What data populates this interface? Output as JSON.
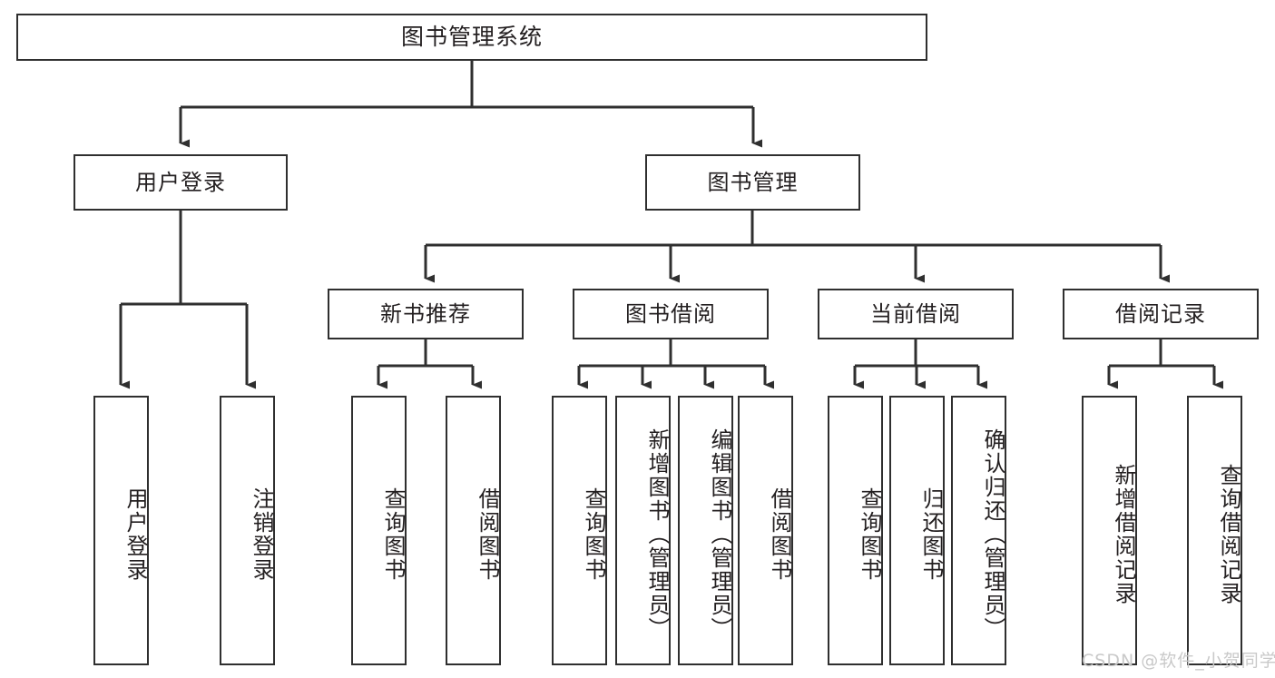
{
  "diagram": {
    "type": "tree-hierarchy",
    "title": "图书管理系统",
    "orientation": "top-down",
    "colors": {
      "node_border": "#2f2f2f",
      "node_fill": "#ffffff",
      "connector": "#2f2f2f",
      "text": "#231f20",
      "watermark": "#c9c9c9"
    },
    "levels": 4
  },
  "root": {
    "label": "图书管理系统"
  },
  "level2": [
    {
      "label": "用户登录"
    },
    {
      "label": "图书管理"
    }
  ],
  "level3": [
    {
      "label": "新书推荐"
    },
    {
      "label": "图书借阅"
    },
    {
      "label": "当前借阅"
    },
    {
      "label": "借阅记录"
    }
  ],
  "leaves": {
    "user_login": [
      {
        "label": "用户登录"
      },
      {
        "label": "注销登录"
      }
    ],
    "new_book_recommend": [
      {
        "label": "查询图书"
      },
      {
        "label": "借阅图书"
      }
    ],
    "book_borrow": [
      {
        "label": "查询图书"
      },
      {
        "label": "新增图书（管理员）"
      },
      {
        "label": "编辑图书（管理员）"
      },
      {
        "label": "借阅图书"
      }
    ],
    "current_borrow": [
      {
        "label": "查询图书"
      },
      {
        "label": "归还图书"
      },
      {
        "label": "确认归还（管理员）"
      }
    ],
    "borrow_record": [
      {
        "label": "新增借阅记录"
      },
      {
        "label": "查询借阅记录"
      }
    ]
  },
  "watermark": {
    "text": "CSDN @软件_小贺同学"
  }
}
